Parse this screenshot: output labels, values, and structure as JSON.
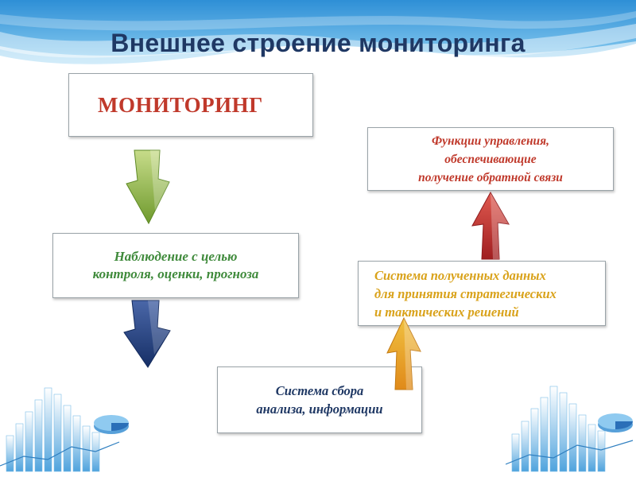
{
  "slide": {
    "title": "Внешнее строение мониторинга",
    "boxes": {
      "monitoring": "МОНИТОРИНГ",
      "observation": "Наблюдение с целью\nконтроля, оценки, прогноза",
      "collection": "Система сбора\nанализа, информации",
      "data_system": "Система полученных данных\n для принятия стратегических\n и тактических решений",
      "management": "Функции управления,\nобеспечивающие\nполучение обратной связи"
    },
    "colors": {
      "title": "#1f3864",
      "monitoring_text": "#c0392b",
      "observation_text": "#3f8a3b",
      "collection_text": "#1f3864",
      "data_system_text": "#d9a21a",
      "management_text": "#c0392b",
      "arrow_green": "#7aa33a",
      "arrow_navy": "#1f3a7a",
      "arrow_gold": "#e2a72a",
      "arrow_red": "#c0282a"
    },
    "icons": [
      "down-arrow-green-icon",
      "down-arrow-navy-icon",
      "up-arrow-gold-icon",
      "up-arrow-red-icon",
      "bar-chart-decoration-icon"
    ]
  }
}
